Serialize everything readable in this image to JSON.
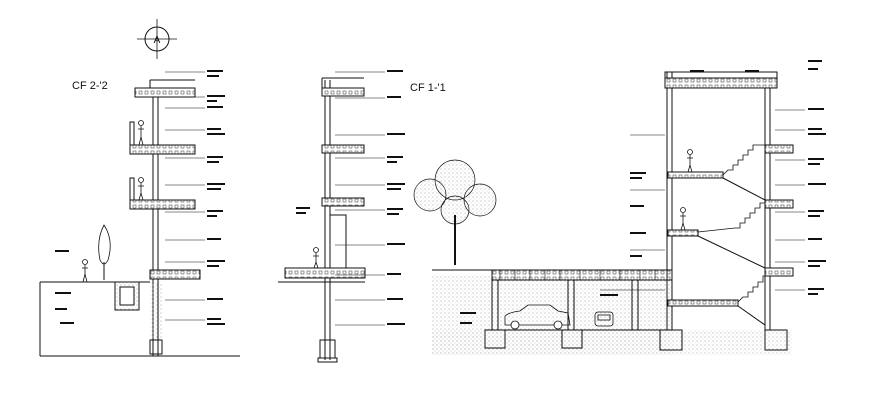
{
  "drawing": {
    "north_marker": "A",
    "sections": [
      {
        "id": "cf-2-2",
        "label": "CF 2-'2"
      },
      {
        "id": "cf-1-1",
        "label": "CF 1-'1"
      }
    ]
  },
  "colors": {
    "line": "#111111",
    "paper": "#ffffff",
    "soil": "#9a9a9a"
  }
}
